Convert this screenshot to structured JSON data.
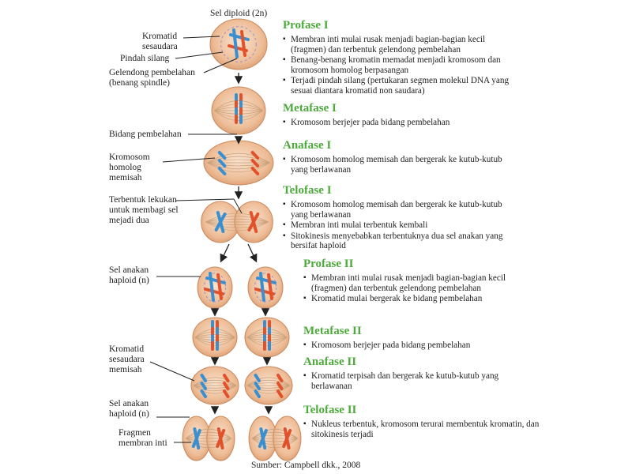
{
  "title": "Sel  diploid (2n)",
  "labels": {
    "kromatid_sesaudara": [
      "Kromatid",
      "sesaudara"
    ],
    "pindah_silang": "Pindah silang",
    "gelendong": [
      "Gelendong pembelahan",
      "(benang spindle)"
    ],
    "bidang_pembelahan": "Bidang pembelahan",
    "kromosom_homolog": [
      "Kromosom",
      "homolog",
      "memisah"
    ],
    "lekukan": [
      "Terbentuk lekukan",
      "untuk membagi sel",
      "mejadi dua"
    ],
    "sel_anakan_1": [
      "Sel anakan",
      "haploid (n)"
    ],
    "kromatid_memisah": [
      "Kromatid",
      "sesaudara",
      "memisah"
    ],
    "sel_anakan_2": [
      "Sel anakan",
      "haploid (n)"
    ],
    "fragmen": [
      "Fragmen",
      "membran inti"
    ]
  },
  "stages": [
    {
      "title": "Profase I",
      "items": [
        "Membran inti mulai rusak menjadi bagian-bagian kecil (fragmen) dan terbentuk gelendong pembelahan",
        "Benang-benang kromatin memadat menjadi kromosom dan kromosom homolog berpasangan",
        "Terjadi pindah silang (pertukaran segmen molekul DNA yang sesuai diantara kromatid non saudara)"
      ]
    },
    {
      "title": "Metafase I",
      "items": [
        "Kromosom berjejer pada bidang pembelahan"
      ]
    },
    {
      "title": "Anafase I",
      "items": [
        "Kromosom homolog memisah dan bergerak ke kutub-kutub yang berlawanan"
      ]
    },
    {
      "title": "Telofase I",
      "items": [
        "Kromosom homolog memisah dan bergerak ke kutub-kutub yang berlawanan",
        "Membran inti mulai terbentuk kembali",
        "Sitokinesis menyebabkan terbentuknya dua sel anakan yang bersifat haploid"
      ]
    },
    {
      "title": "Profase II",
      "items": [
        "Membran inti mulai rusak menjadi bagian-bagian kecil (fragmen) dan terbentuk gelendong pembelahan",
        "Kromatid mulai bergerak ke bidang pembelahan"
      ]
    },
    {
      "title": "Metafase II",
      "items": [
        "Kromosom berjejer pada bidang pembelahan"
      ]
    },
    {
      "title": "Anafase II",
      "items": [
        "Kromatid terpisah dan bergerak ke kutub-kutub yang berlawanan"
      ]
    },
    {
      "title": "Telofase II",
      "items": [
        "Nukleus terbentuk, kromosom terurai membentuk kromatin, dan sitokinesis terjadi"
      ]
    }
  ],
  "source": "Sumber: Campbell dkk., 2008",
  "colors": {
    "heading": "#4daa3b",
    "cell": "#e9b48b",
    "chromosome_blue": "#3a8fd0",
    "chromosome_red": "#e2512a"
  }
}
